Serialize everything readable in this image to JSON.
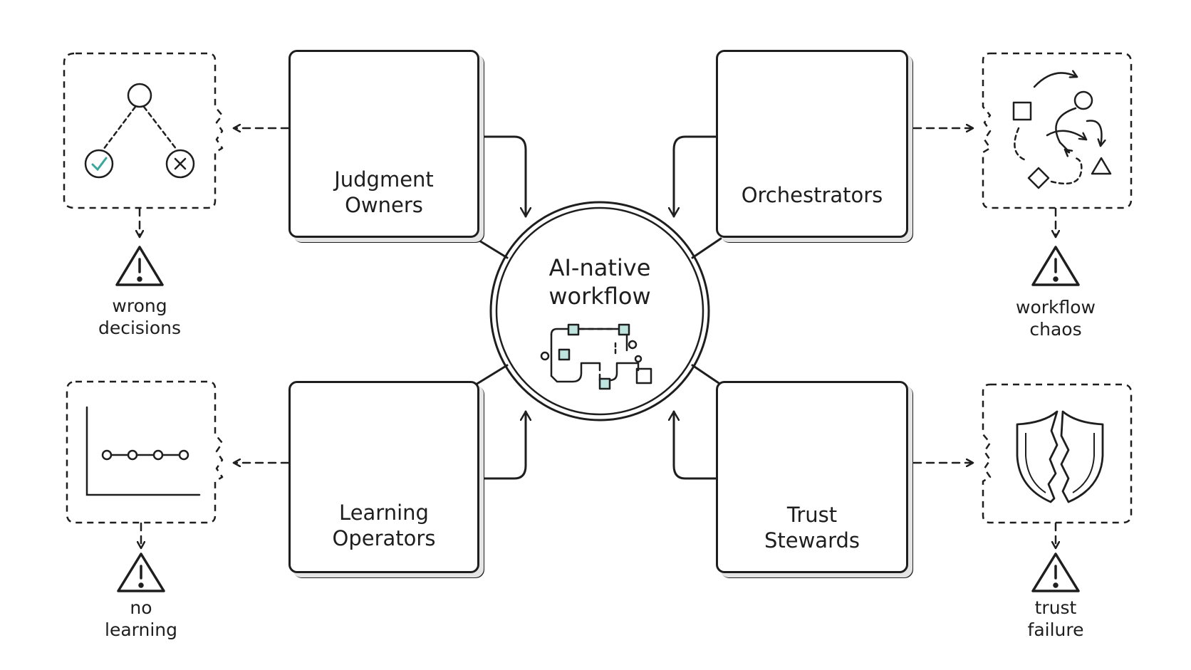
{
  "center": {
    "label": "AI-native\nworkflow",
    "icon": "workflow-network-icon",
    "accent": "#3aa79a"
  },
  "roles": [
    {
      "label": "Judgment\nOwners",
      "icon": "person-with-scales-icon"
    },
    {
      "label": "Orchestrators",
      "icon": "flowchart-icon"
    },
    {
      "label": "Learning\nOperators",
      "icon": "bar-chart-magnifier-icon"
    },
    {
      "label": "Trust\nStewards",
      "icon": "shield-check-icon"
    }
  ],
  "failures": [
    {
      "label": "wrong\ndecisions",
      "icon": "decision-tree-icon"
    },
    {
      "label": "workflow\nchaos",
      "icon": "scattered-shapes-icon"
    },
    {
      "label": "no\nlearning",
      "icon": "flat-line-chart-icon"
    },
    {
      "label": "trust\nfailure",
      "icon": "broken-shield-icon"
    }
  ],
  "colors": {
    "ink": "#1e1e1e",
    "accent": "#3aa79a",
    "accent_fill": "#bfe4de"
  }
}
